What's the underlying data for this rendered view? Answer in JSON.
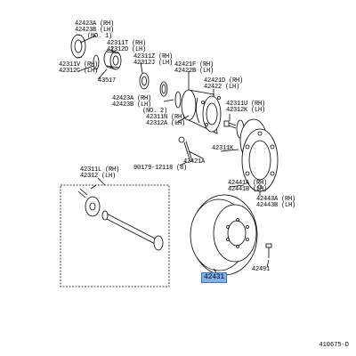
{
  "diagram_code": "410675-D",
  "highlight_color": "#7fb2ea",
  "callouts": {
    "c1": [
      "42423A (RH)",
      "42423B (LH)",
      "(NO. 1)"
    ],
    "c2": [
      "42311T (RH)",
      "42312D (LH)"
    ],
    "c3": [
      "42311V (RH)",
      "42312C (LH)"
    ],
    "c4": [
      "42311Z (RH)",
      "42312J (LH)"
    ],
    "c5": [
      "42421F (RH)",
      "42422B (LH)"
    ],
    "c6": [
      "43517"
    ],
    "c7": [
      "42421D (RH)",
      "42422 (LH)"
    ],
    "c8": [
      "42423A (RH)",
      "42423B (LH)",
      "(NO. 2)"
    ],
    "c9": [
      "42311N (RH)",
      "42312A (LH)"
    ],
    "c10": [
      "42311U (RH)",
      "42312K (LH)"
    ],
    "c11": [
      "42311K"
    ],
    "c12": [
      "90179-12118 (8)"
    ],
    "c13": [
      "42421A"
    ],
    "c14": [
      "42311L (RH)",
      "42312 (LH)"
    ],
    "c15": [
      "42441A (RH)",
      "42441B (LH)"
    ],
    "c16": [
      "42443A (RH)",
      "42443B (LH)"
    ],
    "c17": [
      "42491"
    ],
    "c18": [
      "42431"
    ]
  }
}
